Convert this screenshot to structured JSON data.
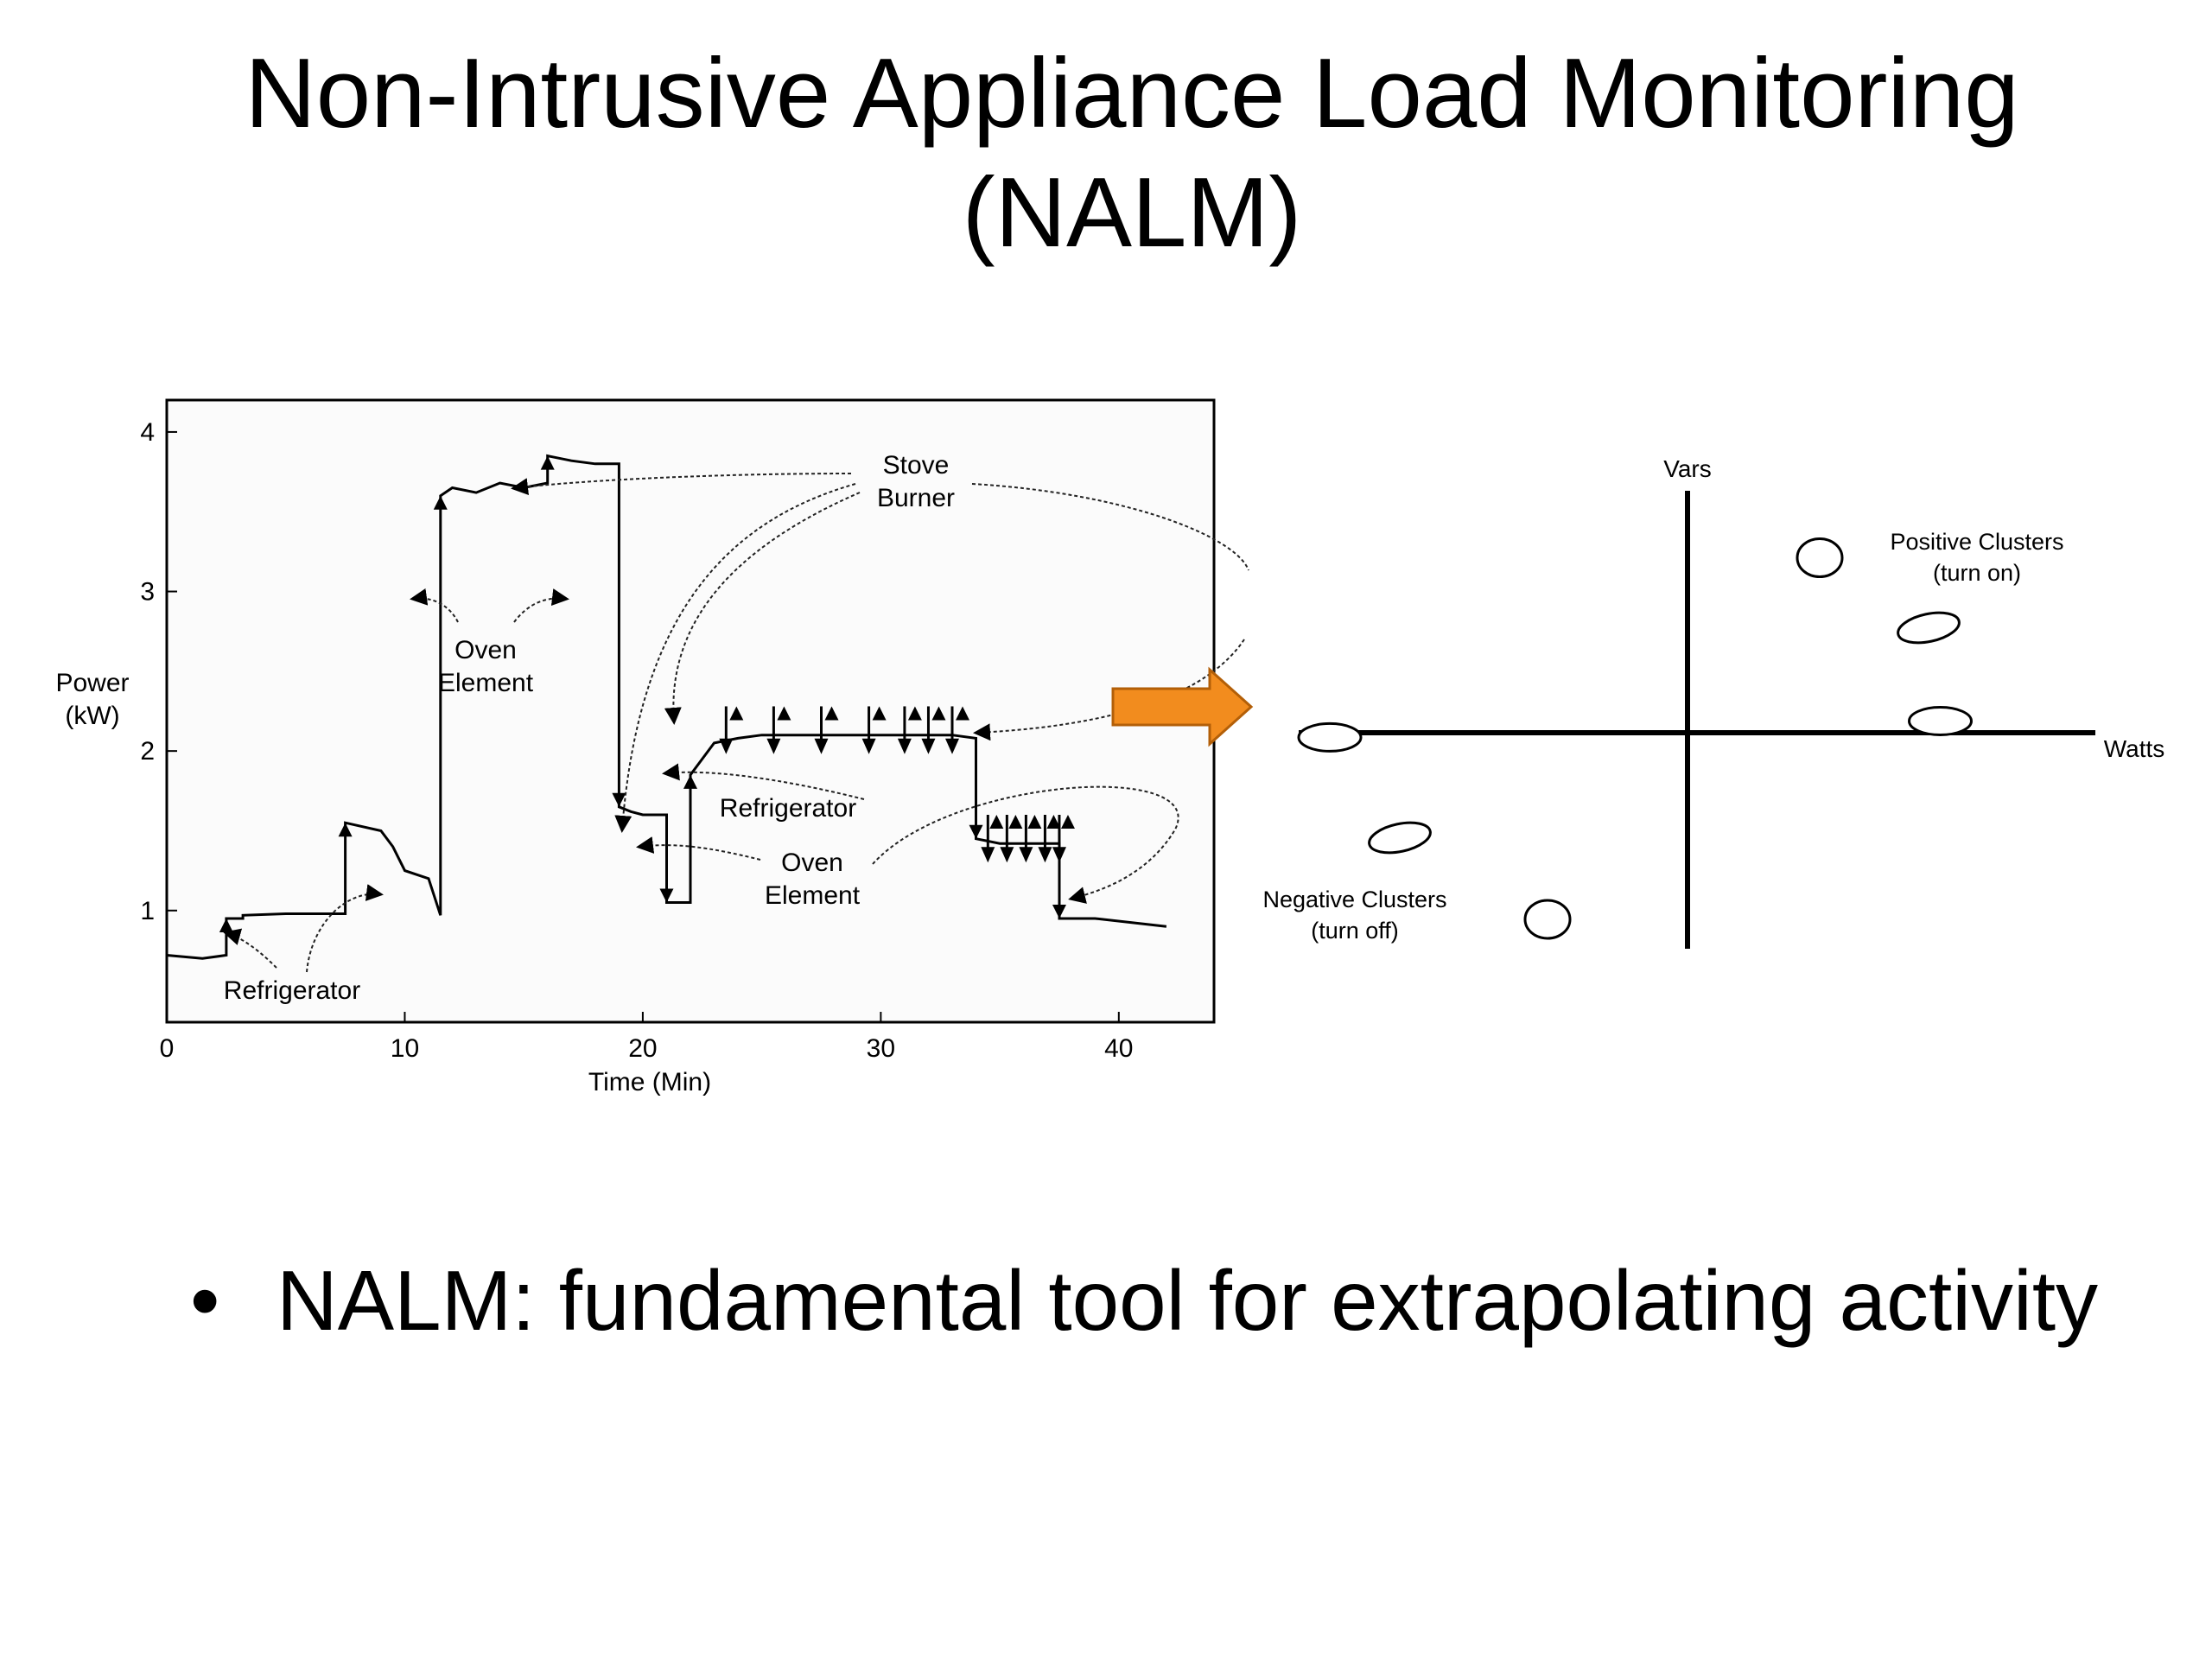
{
  "slide": {
    "title_line1": "Non-Intrusive Appliance Load Monitoring",
    "title_line2": "(NALM)",
    "bullet": "NALM: fundamental tool for extrapolating activity",
    "arrow_color": "#f28c1e"
  },
  "chart_data": [
    {
      "type": "line",
      "xlabel": "Time (Min)",
      "ylabel_lines": [
        "Power",
        "(kW)"
      ],
      "xlim": [
        0,
        44
      ],
      "ylim": [
        0.3,
        4.2
      ],
      "xticks": [
        0,
        10,
        20,
        30,
        40
      ],
      "yticks": [
        1,
        2,
        3,
        4
      ],
      "grid": false,
      "series": [
        {
          "x": [
            0,
            1.5,
            2.5,
            2.5,
            3.2,
            3.2,
            5,
            7.5,
            7.5,
            9,
            9.5,
            10,
            11,
            11.5,
            11.5,
            12,
            13,
            14,
            15,
            16,
            16,
            17,
            18,
            19,
            19,
            19.5,
            20,
            21,
            21,
            21.5,
            22,
            22,
            23,
            24,
            25,
            26,
            27,
            28,
            29,
            30,
            31,
            32,
            33,
            34,
            34,
            35,
            36,
            37,
            37.5,
            37.5,
            39,
            42
          ],
          "y": [
            0.72,
            0.7,
            0.72,
            0.95,
            0.95,
            0.97,
            0.98,
            0.98,
            1.55,
            1.5,
            1.4,
            1.25,
            1.2,
            0.97,
            3.6,
            3.65,
            3.62,
            3.68,
            3.65,
            3.68,
            3.85,
            3.82,
            3.8,
            3.8,
            1.65,
            1.62,
            1.6,
            1.6,
            1.05,
            1.05,
            1.05,
            1.85,
            2.05,
            2.08,
            2.1,
            2.1,
            2.1,
            2.1,
            2.1,
            2.1,
            2.1,
            2.1,
            2.1,
            2.08,
            1.45,
            1.42,
            1.42,
            1.42,
            1.42,
            0.95,
            0.95,
            0.9
          ]
        }
      ],
      "annotations": {
        "stove_burner": [
          "Stove",
          "Burner"
        ],
        "oven_element_top": [
          "Oven",
          "Element"
        ],
        "refrigerator_mid": "Refrigerator",
        "oven_element_mid": [
          "Oven",
          "Element"
        ],
        "refrigerator_bottom": "Refrigerator"
      }
    },
    {
      "type": "scatter",
      "xlabel": "Watts",
      "ylabel": "Vars",
      "labels": {
        "positive": [
          "Positive Clusters",
          "(turn on)"
        ],
        "negative": [
          "Negative Clusters",
          "(turn off)"
        ]
      },
      "clusters": [
        {
          "watts": 0.34,
          "vars": 0.75,
          "sign": "positive"
        },
        {
          "watts": 0.62,
          "vars": 0.45,
          "sign": "positive"
        },
        {
          "watts": 0.65,
          "vars": 0.05,
          "sign": "positive"
        },
        {
          "watts": -0.92,
          "vars": -0.02,
          "sign": "negative"
        },
        {
          "watts": -0.74,
          "vars": -0.45,
          "sign": "negative"
        },
        {
          "watts": -0.36,
          "vars": -0.8,
          "sign": "negative"
        }
      ]
    }
  ]
}
